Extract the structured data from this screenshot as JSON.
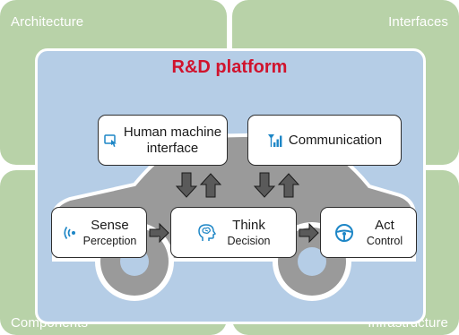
{
  "quadrants": {
    "top_left": "Architecture",
    "top_right": "Interfaces",
    "bottom_left": "Components",
    "bottom_right": "Infrastructure"
  },
  "platform": {
    "title": "R&D platform"
  },
  "boxes": {
    "hmi": {
      "line1": "Human machine",
      "line2": "interface",
      "icon": "touch-screen-icon"
    },
    "communication": {
      "label": "Communication",
      "icon": "signal-bars-icon"
    },
    "sense": {
      "label": "Sense",
      "sub": "Perception",
      "icon": "wireless-wave-icon"
    },
    "think": {
      "label": "Think",
      "sub": "Decision",
      "icon": "brain-head-icon"
    },
    "act": {
      "label": "Act",
      "sub": "Control",
      "icon": "steering-wheel-icon"
    }
  },
  "colors": {
    "quadrant_green": "#b8d2a8",
    "platform_blue": "#b5cde6",
    "title_red": "#d0132d",
    "icon_blue": "#1d86c6",
    "car_gray": "#9a9a9a"
  }
}
